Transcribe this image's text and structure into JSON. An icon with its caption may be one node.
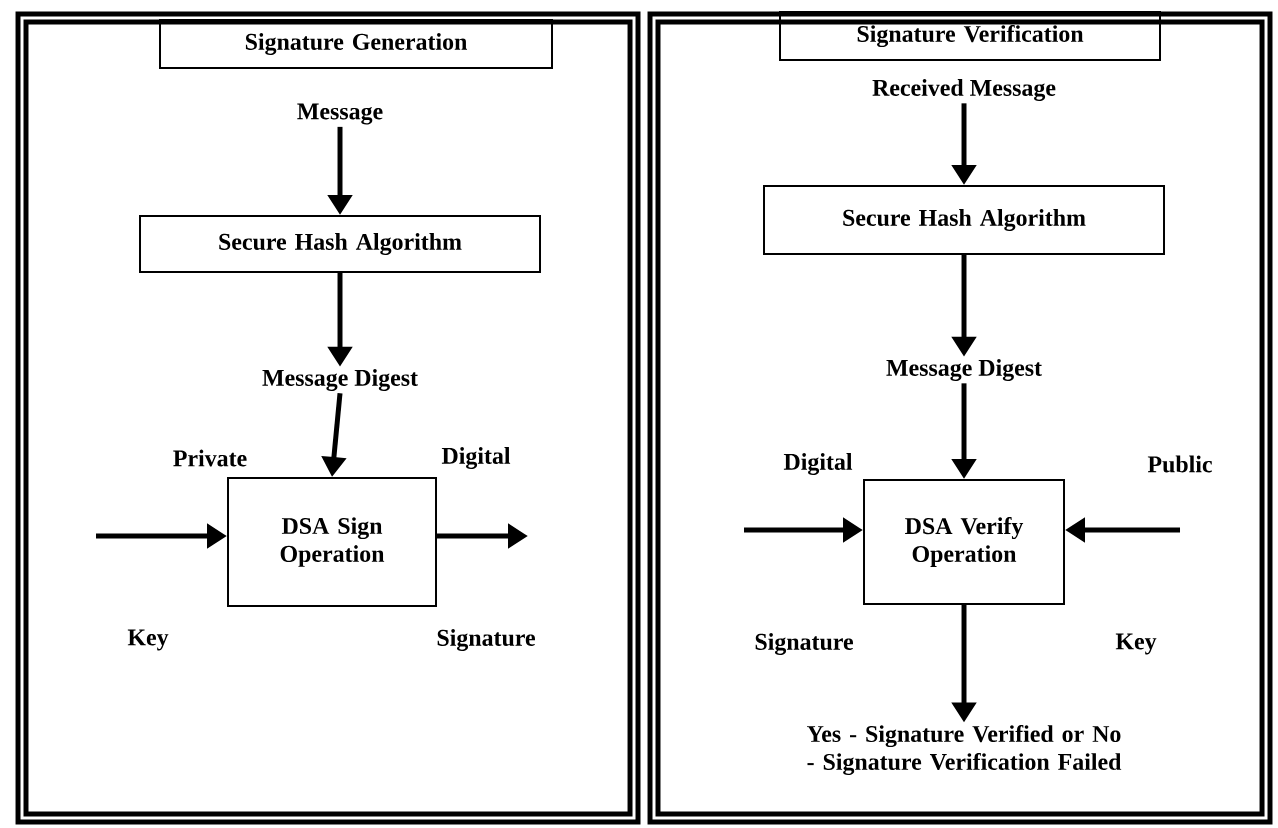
{
  "diagram": {
    "nodes": [
      {
        "text": [],
        "shape": "box"
      },
      {
        "text": [
          "Signature Generation"
        ],
        "in": 0
      },
      {
        "text": [
          "Message"
        ],
        "in": 0
      },
      {
        "text": [
          "Secure Hash Algorithm"
        ],
        "in": 0
      },
      {
        "text": [
          "Message Digest"
        ],
        "in": 0
      },
      {
        "text": [
          "DSA Sign Operation"
        ],
        "in": 0
      },
      {
        "text": [],
        "shape": "box"
      },
      {
        "text": [
          "Signature Verification"
        ],
        "in": 6
      },
      {
        "text": [
          "Received Message"
        ],
        "in": 6
      },
      {
        "text": [
          "Secure Hash Algorithm"
        ],
        "in": 6
      },
      {
        "text": [
          "Message Digest"
        ],
        "in": 6
      },
      {
        "text": [
          "DSA Verify Operation"
        ],
        "in": 6
      },
      {
        "text": [
          "Yes - Signature Verified or No - Signature Verification Failed"
        ],
        "in": 6
      }
    ],
    "edges": [
      {
        "from": 2,
        "to": 3,
        "arrow": "to"
      },
      {
        "from": 3,
        "to": 4,
        "arrow": "to"
      },
      {
        "from": 4,
        "to": 5,
        "arrow": "to"
      },
      {
        "from": null,
        "to": 5,
        "arrow": "to"
      },
      {
        "from": 5,
        "to": null,
        "arrow": "to"
      },
      {
        "from": 8,
        "to": 9,
        "arrow": "to"
      },
      {
        "from": 9,
        "to": 10,
        "arrow": "to"
      },
      {
        "from": 10,
        "to": 11,
        "arrow": "to"
      },
      {
        "from": null,
        "to": 11,
        "arrow": "to"
      },
      {
        "from": null,
        "to": 11,
        "arrow": "to"
      },
      {
        "from": 11,
        "to": 12,
        "arrow": "to"
      }
    ],
    "labels": [
      "Private",
      "Digital",
      "Key",
      "Signature",
      "Digital",
      "Public",
      "Signature",
      "Key"
    ]
  }
}
